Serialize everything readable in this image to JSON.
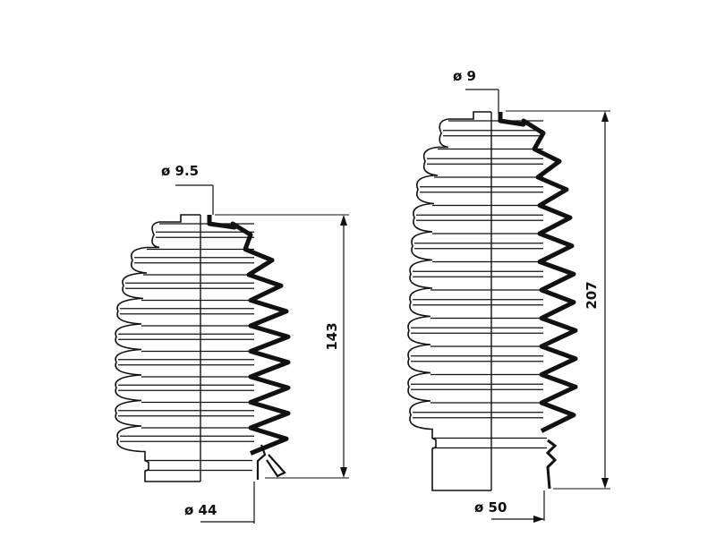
{
  "colors": {
    "ink": "#111111",
    "paper": "#ffffff"
  },
  "boots": [
    {
      "id": "small",
      "top_diameter": "ø 9.5",
      "length": "143",
      "bottom_diameter": "ø 44"
    },
    {
      "id": "large",
      "top_diameter": "ø 9",
      "length": "207",
      "bottom_diameter": "ø 50"
    }
  ]
}
